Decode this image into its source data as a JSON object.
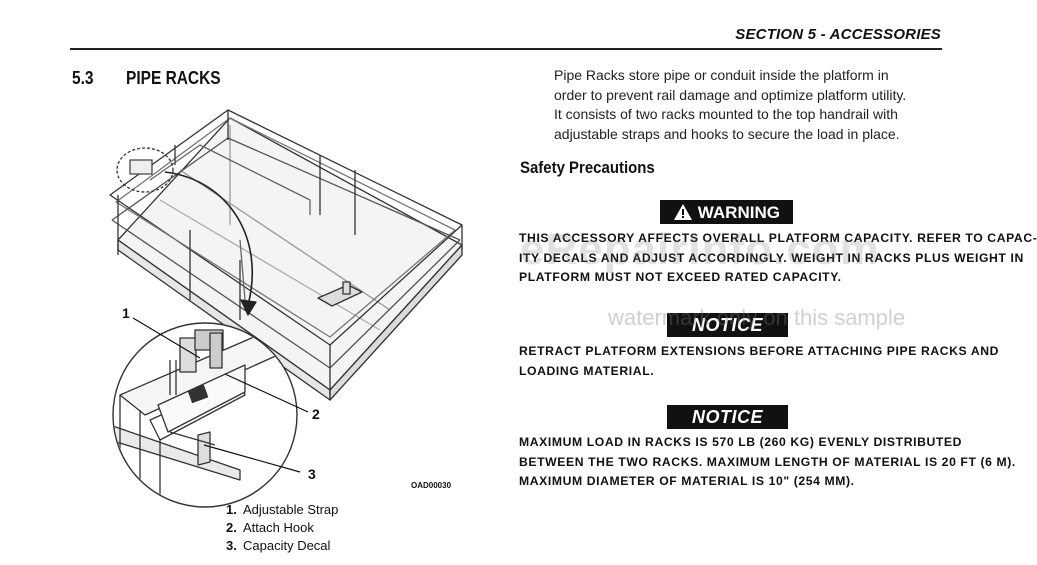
{
  "header": {
    "section_title": "SECTION 5 - ACCESSORIES"
  },
  "section": {
    "number": "5.3",
    "title": "PIPE RACKS"
  },
  "intro_lines": [
    "Pipe Racks store pipe or conduit inside the platform in",
    "order to prevent rail damage and optimize platform utility.",
    "It consists of two racks mounted to the top handrail with",
    "adjustable straps and hooks to secure the load in place."
  ],
  "safety_heading": "Safety Precautions",
  "warning": {
    "label": "WARNING",
    "lines": [
      "THIS ACCESSORY AFFECTS OVERALL PLATFORM CAPACITY. REFER TO CAPAC-",
      "ITY DECALS AND ADJUST ACCORDINGLY. WEIGHT IN RACKS PLUS WEIGHT IN",
      "PLATFORM MUST NOT EXCEED RATED CAPACITY."
    ]
  },
  "notice1": {
    "label": "NOTICE",
    "lines": [
      "RETRACT PLATFORM EXTENSIONS BEFORE ATTACHING PIPE RACKS AND",
      "LOADING MATERIAL."
    ]
  },
  "notice2": {
    "label": "NOTICE",
    "lines": [
      "MAXIMUM LOAD IN RACKS IS 570 LB (260 KG) EVENLY DISTRIBUTED",
      "BETWEEN THE TWO RACKS. MAXIMUM LENGTH OF MATERIAL IS 20 FT (6 M).",
      "MAXIMUM DIAMETER OF MATERIAL IS 10\" (254 MM)."
    ]
  },
  "figure": {
    "code": "OAD00030",
    "callouts": [
      "1",
      "2",
      "3"
    ],
    "legend": [
      {
        "num": "1.",
        "label": "Adjustable Strap"
      },
      {
        "num": "2.",
        "label": "Attach Hook"
      },
      {
        "num": "3.",
        "label": "Capacity Decal"
      }
    ]
  },
  "watermark": {
    "brand": "eRepairInfo.com",
    "text": "watermark only on this sample"
  }
}
